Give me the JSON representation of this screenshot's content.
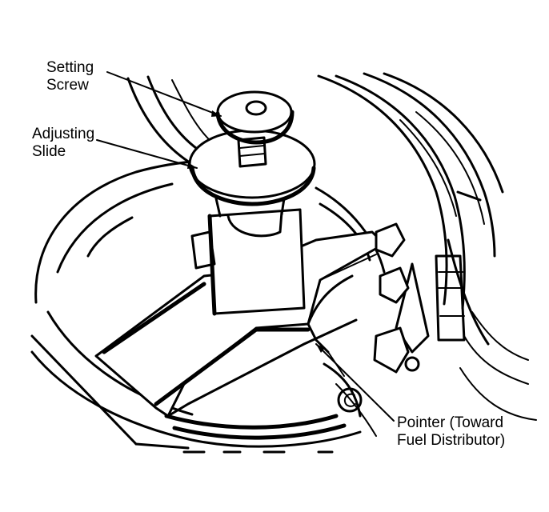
{
  "callouts": {
    "setting_screw": [
      "Setting",
      "Screw"
    ],
    "adjusting_slide": [
      "Adjusting",
      "Slide"
    ],
    "pointer": [
      "Pointer (Toward",
      "Fuel Distributor)"
    ]
  },
  "colors": {
    "ink": "#000000",
    "paper": "#ffffff"
  }
}
